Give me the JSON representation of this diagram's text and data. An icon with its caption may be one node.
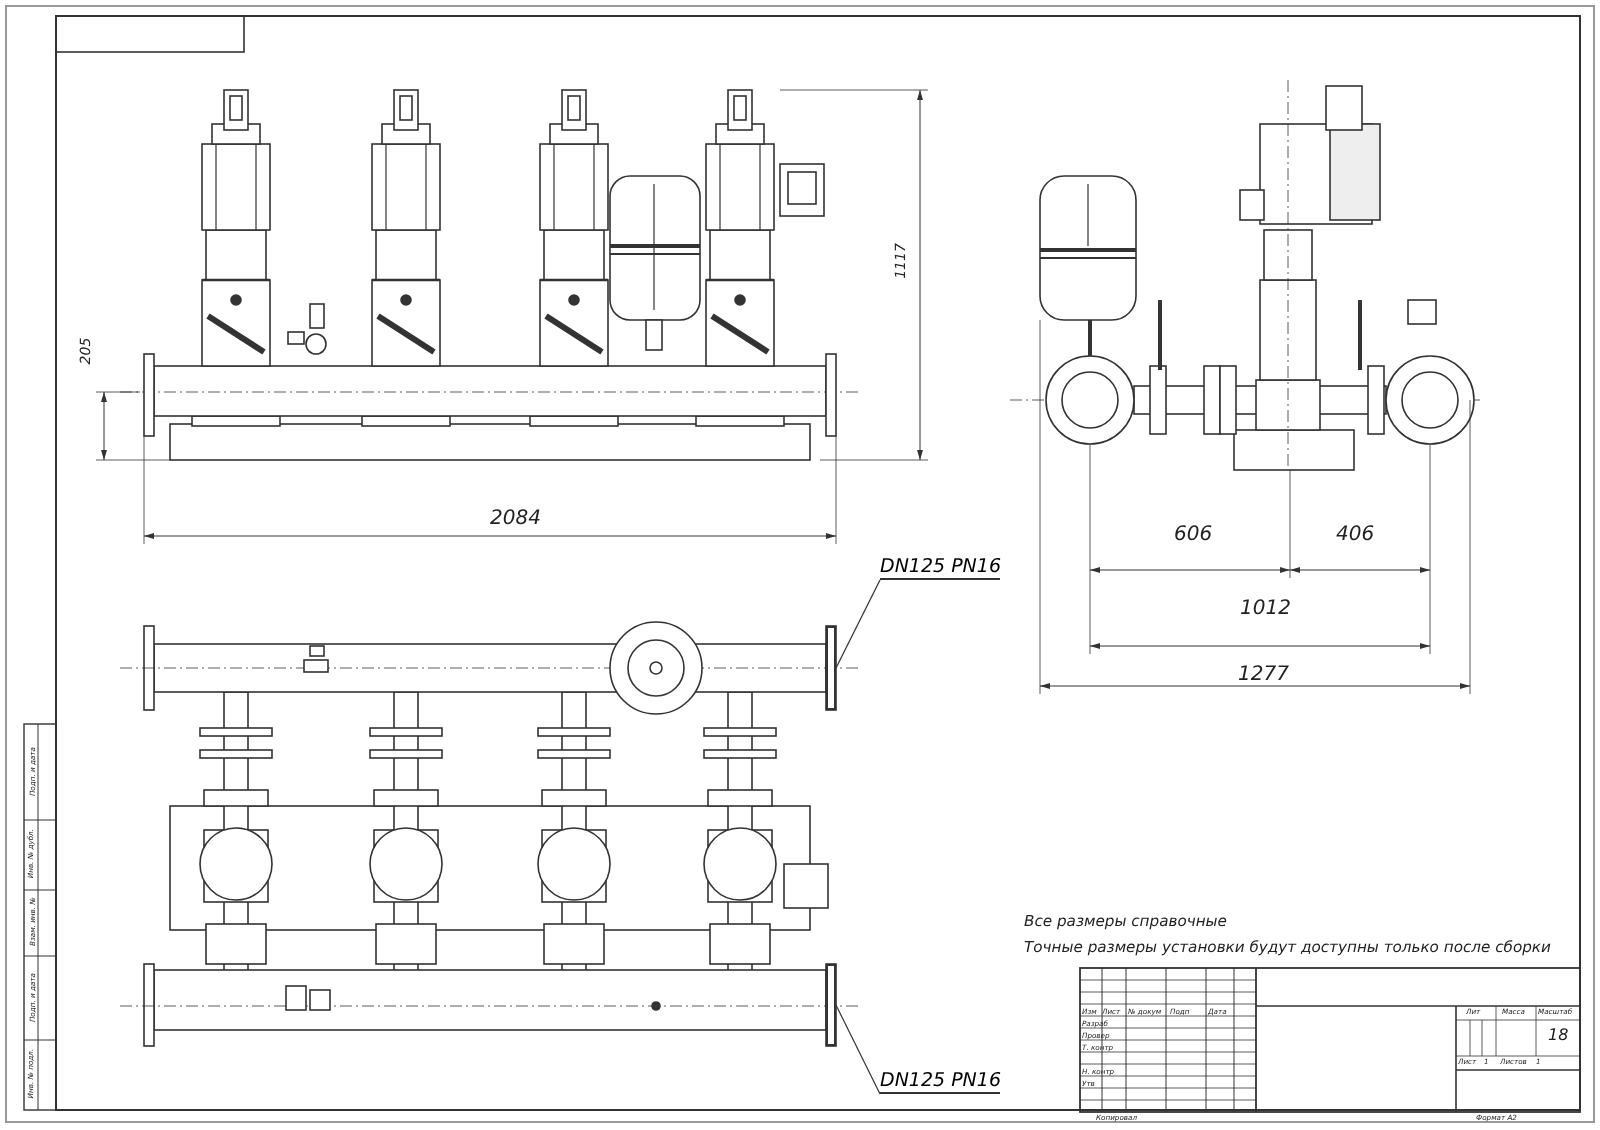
{
  "diagram": {
    "nodes": [
      {
        "text": [
          "DN125 PN16"
        ]
      },
      {
        "text": [],
        "shape": "bar"
      },
      {
        "text": [
          "DN125 PN16"
        ]
      },
      {
        "text": [],
        "shape": "bar"
      }
    ],
    "edges": [
      {
        "from": 0,
        "to": 1,
        "arrow": "none"
      },
      {
        "from": 2,
        "to": 3,
        "arrow": "none"
      }
    ],
    "labels": [
      "1117",
      "205",
      "2084",
      "606",
      "406",
      "1012",
      "1277",
      "Все размеры справочные",
      "Точные размеры установки будут доступны только после сборки",
      "Изм",
      "Лист",
      "№ докум",
      "Подп",
      "Дата",
      "Разраб",
      "Провер",
      "Т. контр",
      "Н. контр",
      "Утв",
      "Лит",
      "Масса",
      "Масштаб",
      "18",
      "Лист",
      "1",
      "Листов",
      "1",
      "Копировал",
      "Формат A2",
      "Подп. и дата",
      "Инв. № дубл.",
      "Взам. инв. №",
      "Подп. и дата",
      "Инв. № подл."
    ]
  }
}
